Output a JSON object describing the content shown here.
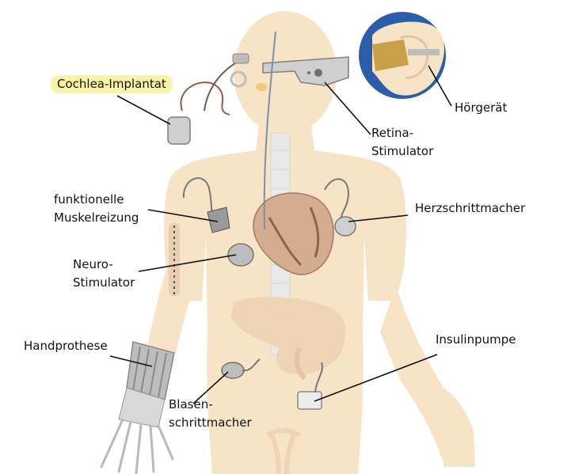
{
  "labels": {
    "cochlea": "Cochlea-Implantat",
    "hoergeraet": "Hörgerät",
    "retina_1": "Retina-",
    "retina_2": "Stimulator",
    "muskel_1": "funktionelle",
    "muskel_2": "Muskelreizung",
    "herz": "Herzschrittmacher",
    "neuro_1": "Neuro-",
    "neuro_2": "Stimulator",
    "hand": "Handprothese",
    "insulin": "Insulinpumpe",
    "blasen_1": "Blasen-",
    "blasen_2": "schrittmacher"
  },
  "colors": {
    "body": "#f7e3c6",
    "organ": "#efd3b5",
    "heart": "#c9a58c",
    "highlight": "#fdf3a6",
    "ear_circle": "#2a5ea8",
    "device": "#b8b8b8",
    "leader": "#111111"
  }
}
